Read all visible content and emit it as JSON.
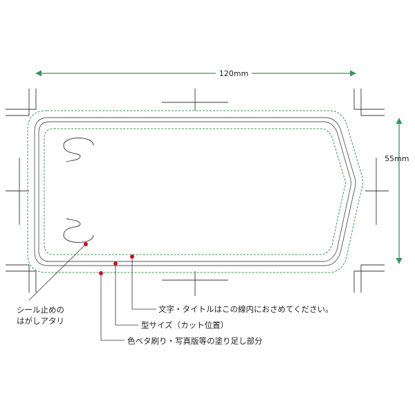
{
  "dimensions": {
    "width_label": "120mm",
    "height_label": "55mm"
  },
  "callouts": {
    "seal_line1": "シール止めの",
    "seal_line2": "はがしアタリ",
    "text_area": "文字・タイトルはこの線内におさめてください。",
    "cut_line": "型サイズ（カット位置）",
    "bleed": "色ベタ刷り・写真版等の塗り足し部分"
  },
  "colors": {
    "dimension": "#2e9a5a",
    "safe_line": "#2f9a4a",
    "callout": "#c8102e",
    "cut_line": "#444444",
    "trim_marks": "#333333"
  }
}
